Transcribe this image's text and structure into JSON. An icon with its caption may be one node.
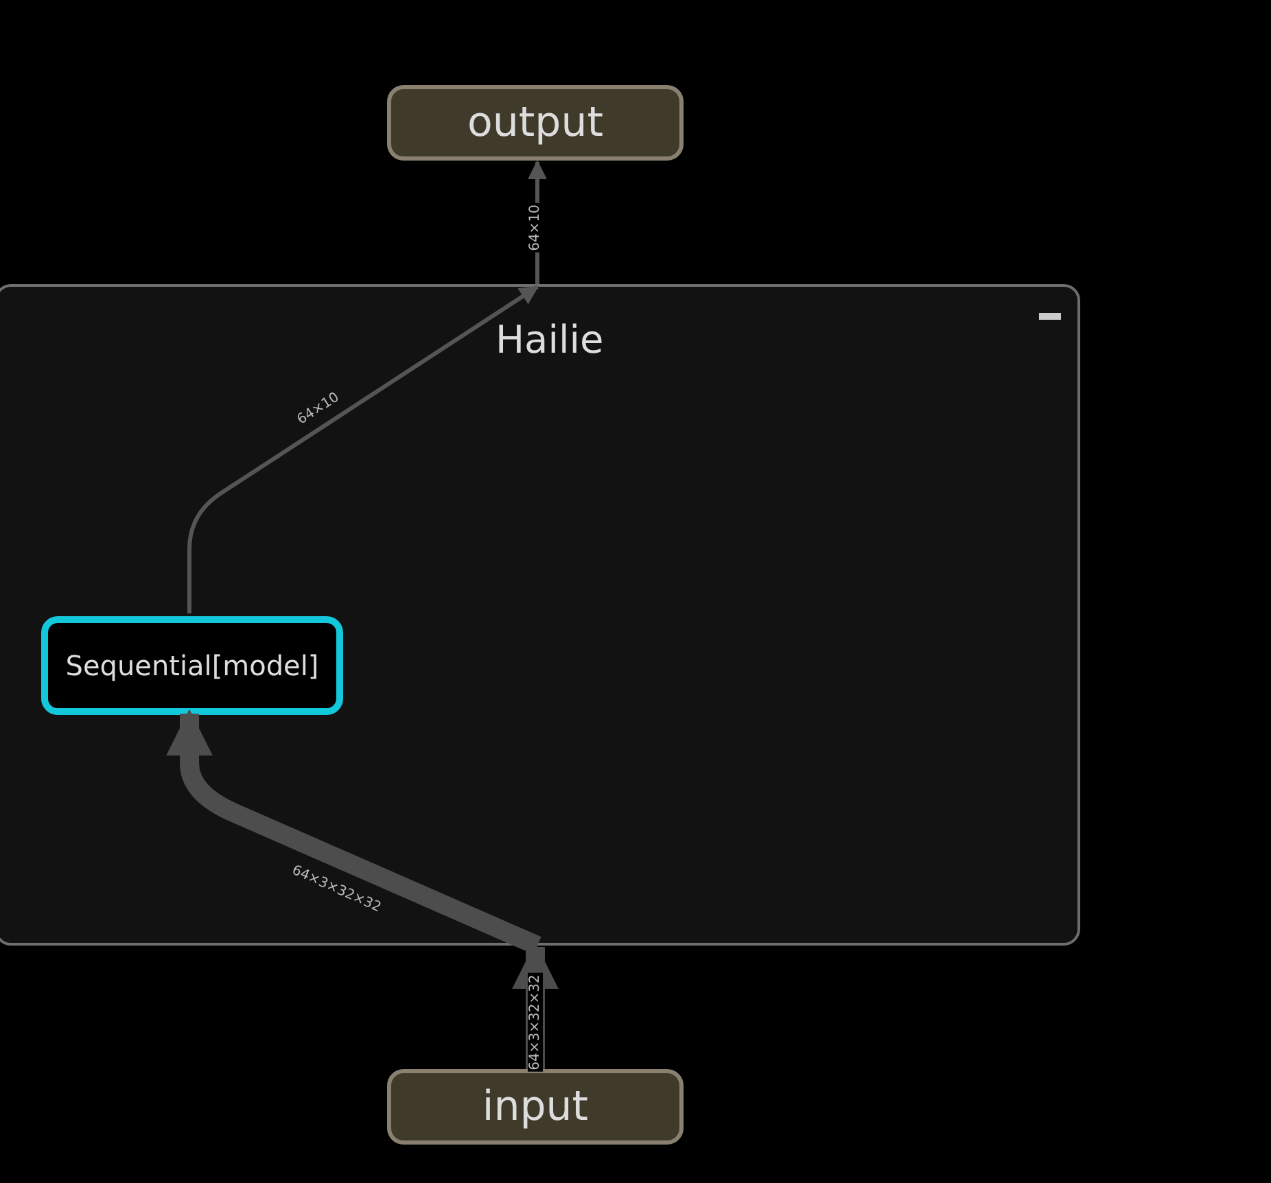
{
  "diagram": {
    "nodes": [
      {
        "text": [
          "output"
        ]
      },
      {
        "text": [
          "Hailie"
        ]
      },
      {
        "text": [
          "Sequential[model]"
        ],
        "in": 1
      },
      {
        "text": [
          "input"
        ]
      }
    ],
    "edges": [
      {
        "from": 3,
        "to": 1,
        "arrow": "to",
        "label": "64×3×32×32",
        "style": "thick"
      },
      {
        "from": 1,
        "to": 2,
        "arrow": "to",
        "label": "64×3×32×32",
        "style": "thick"
      },
      {
        "from": 2,
        "to": 1,
        "arrow": "to",
        "label": "64×10"
      },
      {
        "from": 1,
        "to": 0,
        "arrow": "to",
        "label": "64×10"
      }
    ]
  }
}
